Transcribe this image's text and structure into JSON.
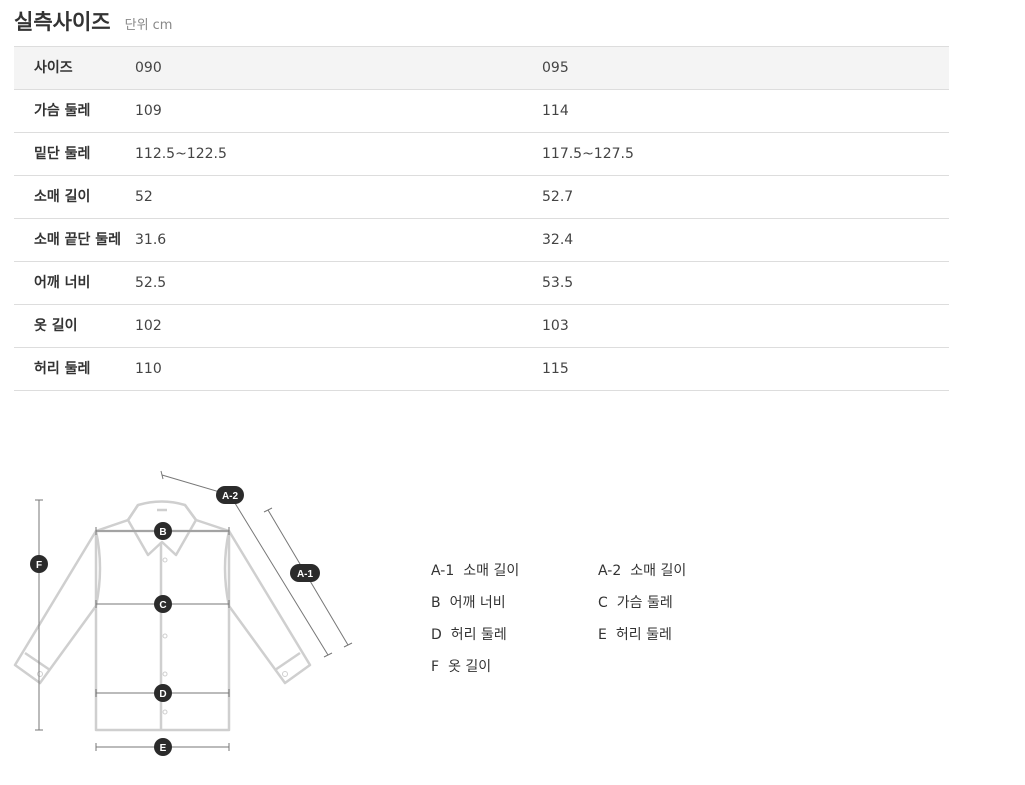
{
  "title": "실측사이즈",
  "unit": "단위 cm",
  "table": {
    "header": {
      "label": "사이즈",
      "values": [
        "090",
        "095"
      ]
    },
    "rows": [
      {
        "label": "가슴 둘레",
        "values": [
          "109",
          "114"
        ]
      },
      {
        "label": "밑단 둘레",
        "values": [
          "112.5~122.5",
          "117.5~127.5"
        ]
      },
      {
        "label": "소매 길이",
        "values": [
          "52",
          "52.7"
        ]
      },
      {
        "label": "소매 끝단 둘레",
        "values": [
          "31.6",
          "32.4"
        ]
      },
      {
        "label": "어깨 너비",
        "values": [
          "52.5",
          "53.5"
        ]
      },
      {
        "label": "옷 길이",
        "values": [
          "102",
          "103"
        ]
      },
      {
        "label": "허리 둘레",
        "values": [
          "110",
          "115"
        ]
      }
    ]
  },
  "diagram": {
    "markers": [
      "A-2",
      "A-1",
      "B",
      "C",
      "D",
      "E",
      "F"
    ]
  },
  "legend": [
    {
      "key": "A-1",
      "label": "소매 길이"
    },
    {
      "key": "A-2",
      "label": "소매 길이"
    },
    {
      "key": "B",
      "label": "어깨 너비"
    },
    {
      "key": "C",
      "label": "가슴 둘레"
    },
    {
      "key": "D",
      "label": "허리 둘레"
    },
    {
      "key": "E",
      "label": "허리 둘레"
    },
    {
      "key": "F",
      "label": "옷 길이"
    }
  ]
}
